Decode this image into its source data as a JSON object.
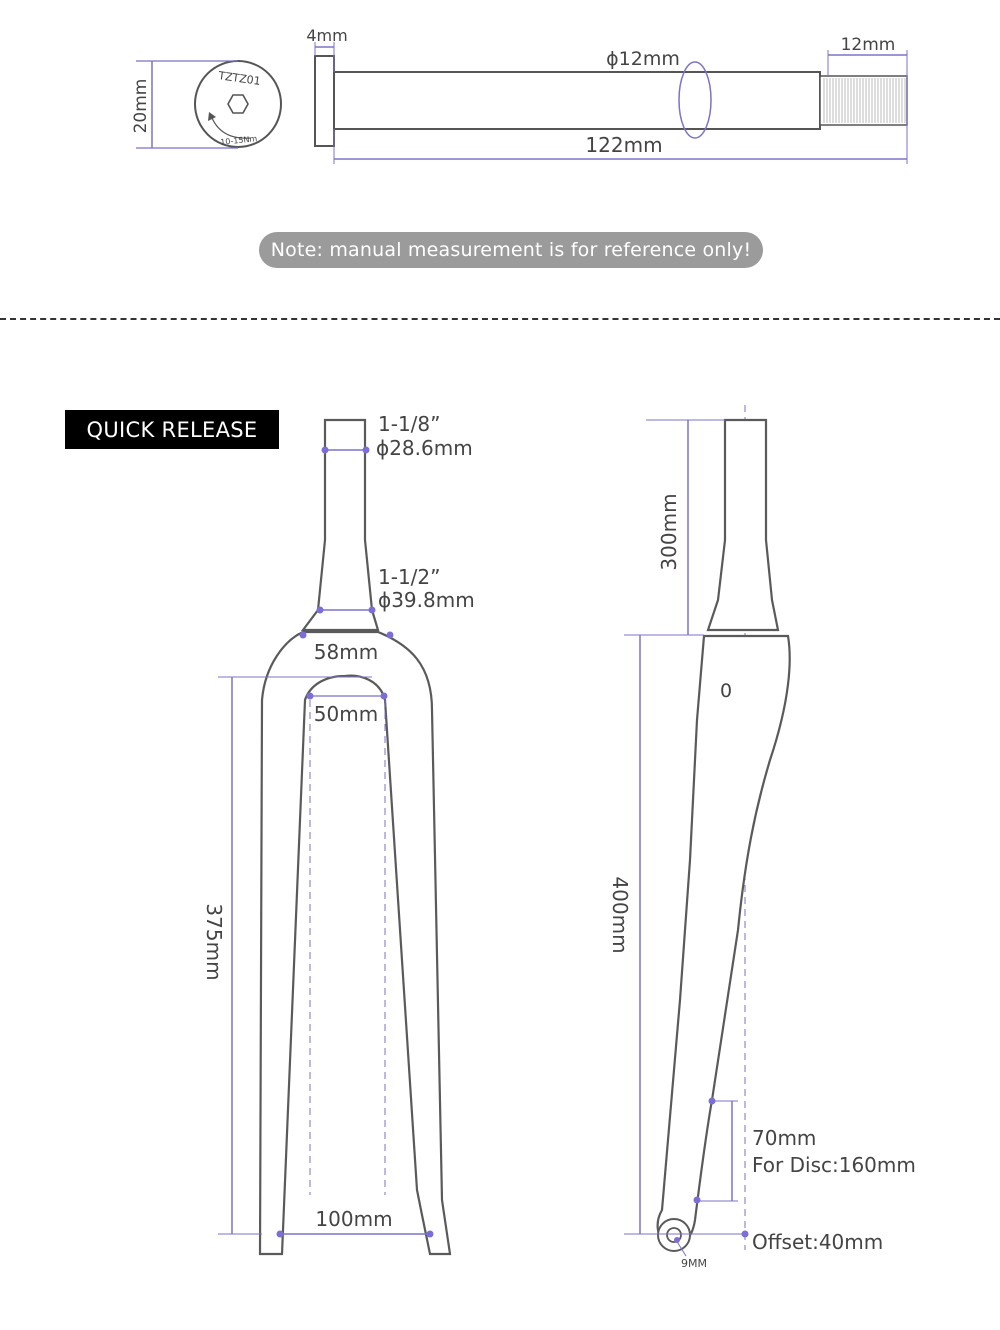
{
  "colors": {
    "outline": "#5a5a5a",
    "dim": "#7b72c9",
    "dot": "#7b6fd6",
    "pill": "#9b9b9b",
    "badge": "#000000"
  },
  "axle": {
    "cap_text": "TZTZ01",
    "torque_text": "10-15Nm",
    "cap_height": "20mm",
    "head_width": "4mm",
    "diameter": "ϕ12mm",
    "thread": "12mm",
    "length": "122mm"
  },
  "note": "Note: manual measurement is for reference only!",
  "badge": "QUICK RELEASE",
  "front": {
    "steer_top_frac": "1-1/8”",
    "steer_top_dia": "ϕ28.6mm",
    "steer_bottom_frac": "1-1/2”",
    "steer_bottom_dia": "ϕ39.8mm",
    "crown": "58mm",
    "arch": "50mm",
    "height": "375mm",
    "spacing": "100mm"
  },
  "side": {
    "steerer": "300mm",
    "logo": "0",
    "leg": "400mm",
    "mount": "70mm",
    "disc": "For Disc:160mm",
    "offset": "Offset:40mm",
    "dropout": "9MM"
  }
}
